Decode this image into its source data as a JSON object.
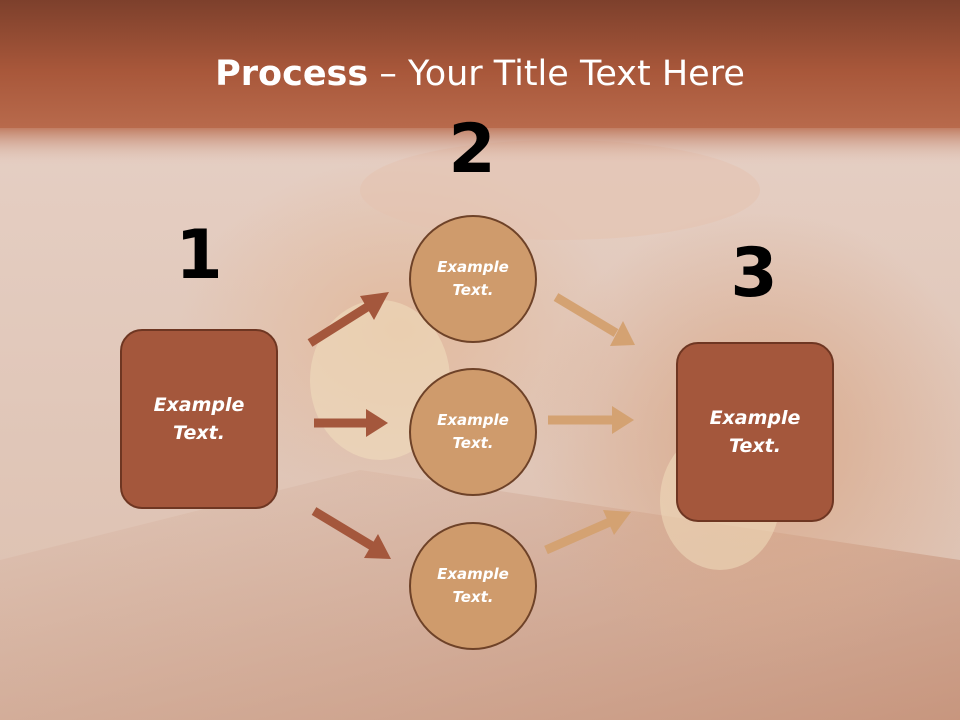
{
  "slide": {
    "title_bold": "Process",
    "title_rest": " – Your Title Text Here"
  },
  "steps": {
    "one": "1",
    "two": "2",
    "three": "3"
  },
  "left_box": {
    "text": "Example Text."
  },
  "circles": [
    {
      "text": "Example Text."
    },
    {
      "text": "Example Text."
    },
    {
      "text": "Example Text."
    }
  ],
  "right_box": {
    "text": "Example Text."
  },
  "colors": {
    "header_band": "#9e4f33",
    "box_fill": "#a4573c",
    "circle_fill": "#cf9b6c",
    "arrow_left": "#a4573c",
    "arrow_right": "#d4a272"
  }
}
